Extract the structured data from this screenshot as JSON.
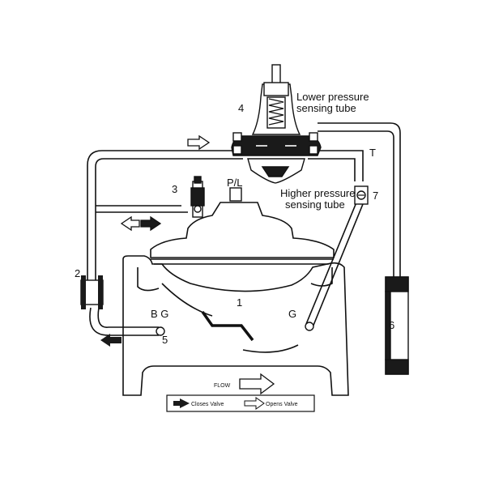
{
  "diagram": {
    "labels": {
      "lower_tube": [
        "Lower pressure",
        "sensing tube"
      ],
      "higher_tube": [
        "Higher pressure",
        "sensing tube"
      ],
      "pl": "P/L",
      "t": "T",
      "bg": "B G",
      "g": "G",
      "flow": "FLOW",
      "closes_valve": "Closes Valve",
      "opens_valve": "Opens Valve"
    },
    "components": [
      "1",
      "2",
      "3",
      "4",
      "5",
      "6",
      "7"
    ],
    "colors": {
      "line": "#111111",
      "fill": "#ffffff",
      "dark": "#1a1a1a"
    }
  }
}
